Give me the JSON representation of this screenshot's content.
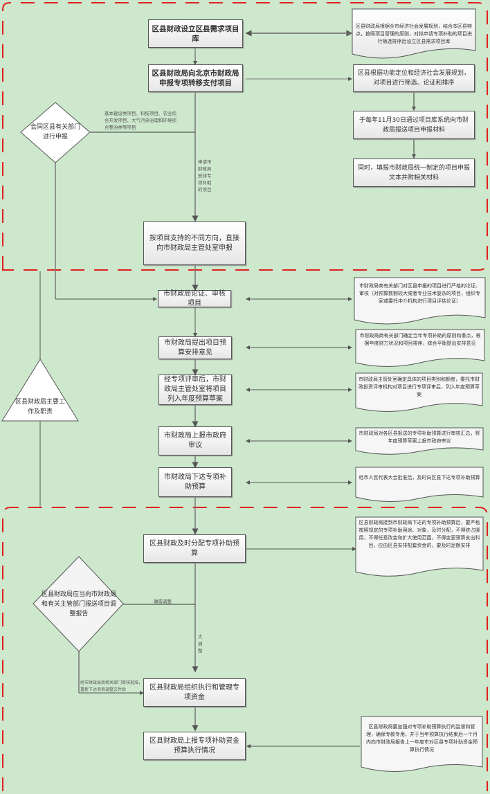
{
  "colors": {
    "background": "#cde8cd",
    "dashed_border": "#e02020",
    "connector": "#666666",
    "box_border": "#555555"
  },
  "nodes": {
    "n1": "区县财政设立区县需求项目库",
    "n2": "区县财政局向北京市财政局申报专项转移支付项目",
    "n3": "按项目支持的不同方向，直接向市财政局主管处室申报",
    "n4": "市财政局论证、审核项目",
    "n5": "市财政局提出项目预算安排意见",
    "n6": "经专项评审后，市财政局主管处室将项目列入年度预算草案",
    "n7": "市财政局上报市政府审议",
    "n8": "市财政局下达专项补助预算",
    "n9": "区县财政及时分配专项补助预算",
    "n10": "区县财政局组织执行和管理专项资金",
    "n11": "区县财政局上报专项补助资金预算执行情况"
  },
  "right_boxes": {
    "r1": "区县财政局根据全市经济社会发展规划，结合本区县特点，按照项目管理的原则，对拟申请专项补助的项目进行筛选排序后设立区县需求项目库",
    "r2": "区县根据功能定位和经济社会发展规划，对项目进行筛选、论证和排序",
    "r3": "于每年11月30日通过项目库系统向市财政局报送项目申报材料",
    "r4": "同时，填报市财政局统一制定的项目申报文本并附相关材料",
    "r5": "市财政局商有关部门对区县申报的项目进行严格的论证、审核（对预算数额较大或者专业技术复杂的项目，组织专家或委托中介机构进行项目评估论证）",
    "r6": "市财政局商有关部门确定当年专项补助的原则和重点，根据年度财力状况和项目排序，综合平衡提出安排意见",
    "r7": "市财政局主管处室确定具体的项目类别和额度，委托市财政投资评审机构对项目进行专项评审后，列入年度预算草案",
    "r8": "市财政局对各区县报送的专项补助预算进行审核汇总，将年度预算草案上报市政府审议",
    "r9": "经市人民代表大会批准后，及时向区县下达专项补助预算",
    "r10": "区县财政局接到市财政局下达的专项补助预算后，要严格按照规定的专项补助用途、对象，及时分配，不得挤占挪用，不得任意改变和扩大使用范围，不得变更预算支出科目，应由区县安排配套资金的，要及时足额安排",
    "r11": "区县财政局要加强对专项补助预算执行的监督和管理，确保专款专用，并于当年预算执行结束后一个月内向市财政局报告上一年度市对区县专项补助资金预算执行情况"
  },
  "decisions": {
    "d1": "会同区县有关部门进行申报",
    "d2": "区县财政局应当向市财政局和有关主管部门报送项目调整报告"
  },
  "triangle": {
    "text": "区县财政局主要工作及职责"
  },
  "edge_labels": {
    "e_types": "基本建设类项目、科技项目、农业综合开发项目、大气污染治理和环境综合整治类等项目",
    "e_city": "申请市财政局安排专项补助的项目",
    "e_adjust_need": "确需调整",
    "e_big_adjust": "大调整",
    "e_after_review": "经市财政局商相关部门审核批准，重新下达项目调整文件后"
  }
}
